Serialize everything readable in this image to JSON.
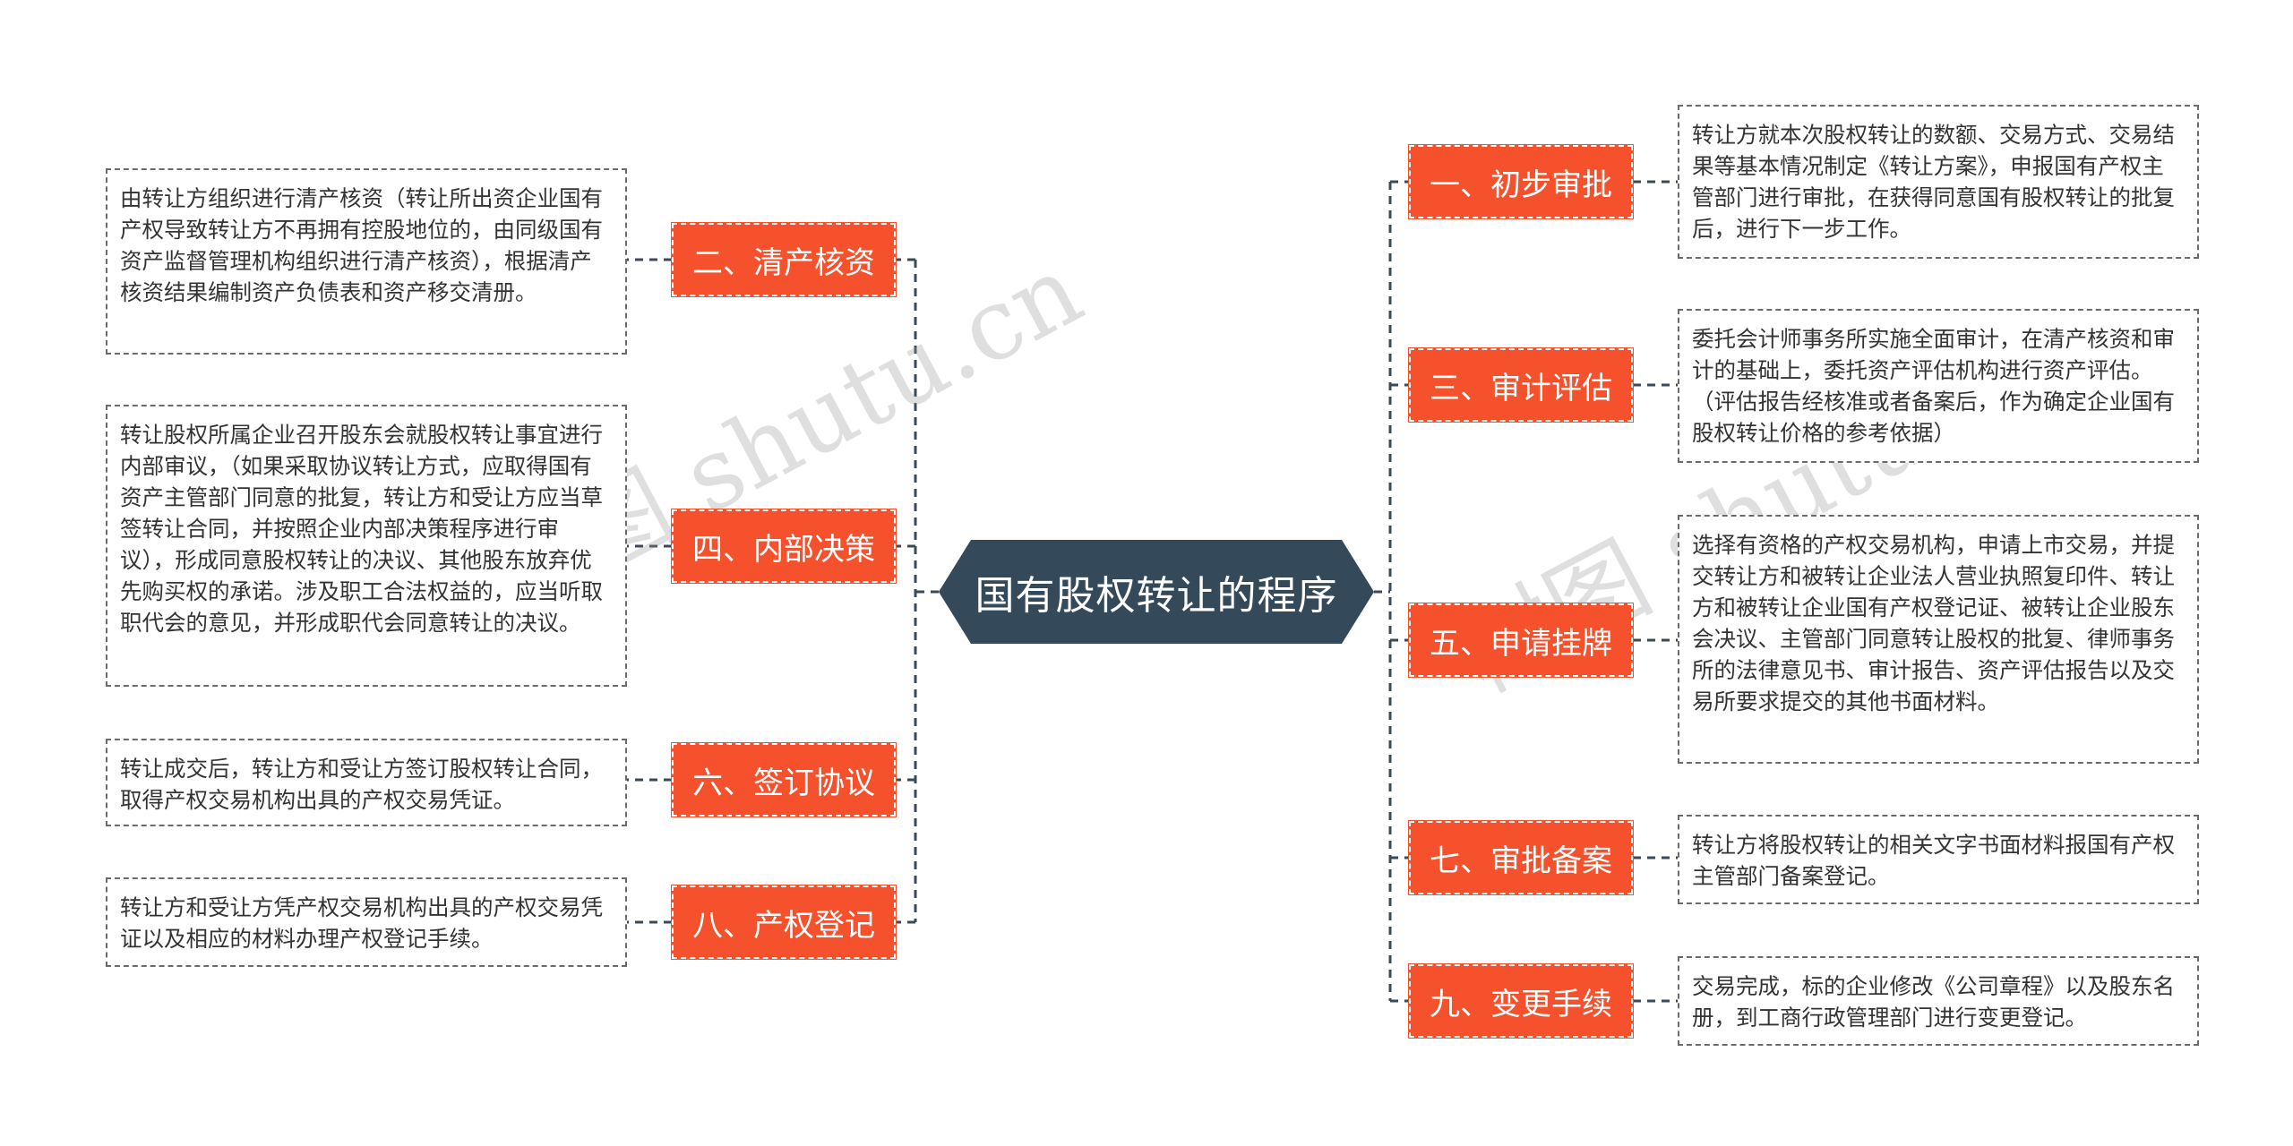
{
  "diagram": {
    "root": "国有股权转让的程序",
    "left": [
      {
        "label": "二、清产核资",
        "note": "由转让方组织进行清产核资（转让所出资企业国有产权导致转让方不再拥有控股地位的，由同级国有资产监督管理机构组织进行清产核资），根据清产核资结果编制资产负债表和资产移交清册。"
      },
      {
        "label": "四、内部决策",
        "note": "转让股权所属企业召开股东会就股权转让事宜进行内部审议，（如果采取协议转让方式，应取得国有资产主管部门同意的批复，转让方和受让方应当草签转让合同，并按照企业内部决策程序进行审议），形成同意股权转让的决议、其他股东放弃优先购买权的承诺。涉及职工合法权益的，应当听取职代会的意见，并形成职代会同意转让的决议。"
      },
      {
        "label": "六、签订协议",
        "note": "转让成交后，转让方和受让方签订股权转让合同，取得产权交易机构出具的产权交易凭证。"
      },
      {
        "label": "八、产权登记",
        "note": "转让方和受让方凭产权交易机构出具的产权交易凭证以及相应的材料办理产权登记手续。"
      }
    ],
    "right": [
      {
        "label": "一、初步审批",
        "note": "转让方就本次股权转让的数额、交易方式、交易结果等基本情况制定《转让方案》，申报国有产权主管部门进行审批，在获得同意国有股权转让的批复后，进行下一步工作。"
      },
      {
        "label": "三、审计评估",
        "note": "委托会计师事务所实施全面审计，在清产核资和审计的基础上，委托资产评估机构进行资产评估。（评估报告经核准或者备案后，作为确定企业国有股权转让价格的参考依据）"
      },
      {
        "label": "五、申请挂牌",
        "note": "选择有资格的产权交易机构，申请上市交易，并提交转让方和被转让企业法人营业执照复印件、转让方和被转让企业国有产权登记证、被转让企业股东会决议、主管部门同意转让股权的批复、律师事务所的法律意见书、审计报告、资产评估报告以及交易所要求提交的其他书面材料。"
      },
      {
        "label": "七、审批备案",
        "note": "转让方将股权转让的相关文字书面材料报国有产权主管部门备案登记。"
      },
      {
        "label": "九、变更手续",
        "note": "交易完成，标的企业修改《公司章程》以及股东名册，到工商行政管理部门进行变更登记。"
      }
    ]
  },
  "watermarks": [
    "树图 shutu.cn",
    "树图 shutu.cn"
  ],
  "colors": {
    "root": "#34495a",
    "topic": "#f4512c",
    "connector": "#3b4a57"
  }
}
